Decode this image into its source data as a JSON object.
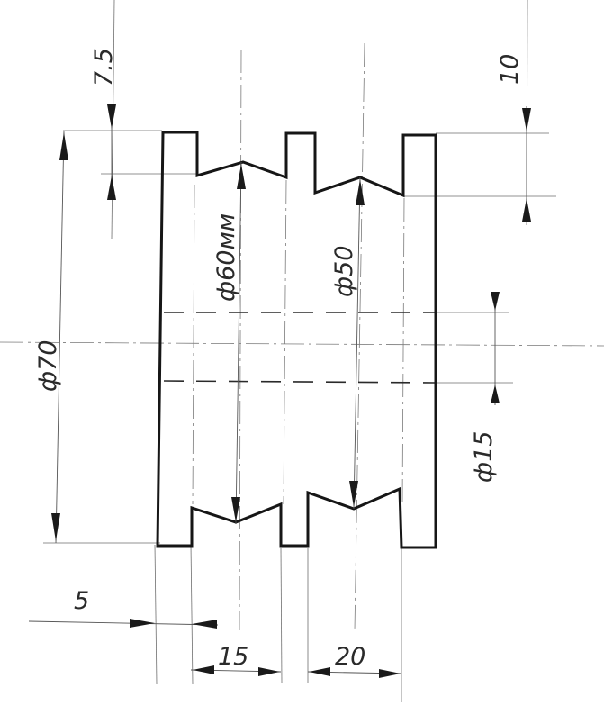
{
  "labels": {
    "d70": "ф70",
    "d60": "ф60мм",
    "d50": "ф50",
    "d15": "ф15",
    "dim_7_5": "7.5",
    "dim_10": "10",
    "dim_5": "5",
    "dim_15": "15",
    "dim_20": "20"
  }
}
